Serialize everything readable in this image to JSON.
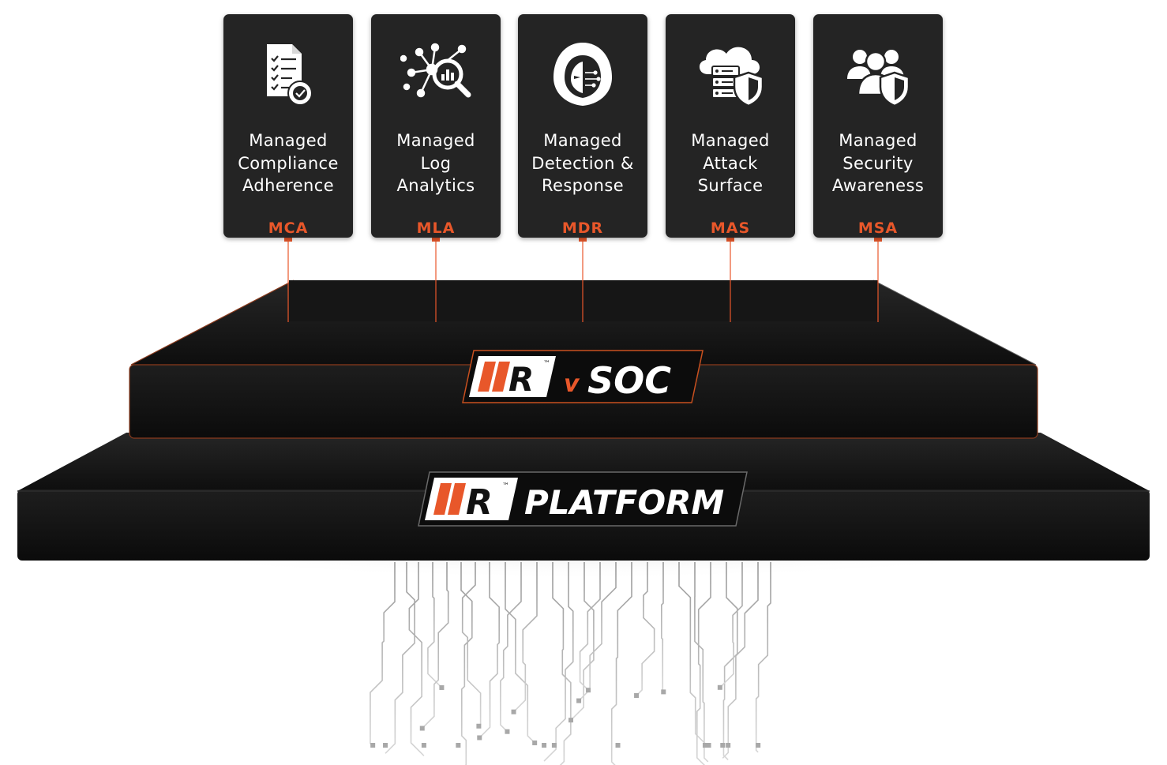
{
  "services": [
    {
      "title": "Managed\nCompliance\nAdherence",
      "abbr": "MCA",
      "icon": "compliance-checklist-icon"
    },
    {
      "title": "Managed\nLog\nAnalytics",
      "abbr": "MLA",
      "icon": "log-analytics-icon"
    },
    {
      "title": "Managed\nDetection &\nResponse",
      "abbr": "MDR",
      "icon": "hooded-hacker-icon"
    },
    {
      "title": "Managed\nAttack\nSurface",
      "abbr": "MAS",
      "icon": "cloud-server-shield-icon"
    },
    {
      "title": "Managed\nSecurity\nAwareness",
      "abbr": "MSA",
      "icon": "users-shield-icon"
    }
  ],
  "vsoc_logo": {
    "mark": "R",
    "tm": "™",
    "label_prefix": "v",
    "label_main": "SOC"
  },
  "platform_logo": {
    "mark": "R",
    "tm": "™",
    "label": "PLATFORM"
  },
  "colors": {
    "accent": "#e8572a",
    "card": "#242424",
    "slab": "#111111",
    "circuit": "#b4b4b4"
  }
}
